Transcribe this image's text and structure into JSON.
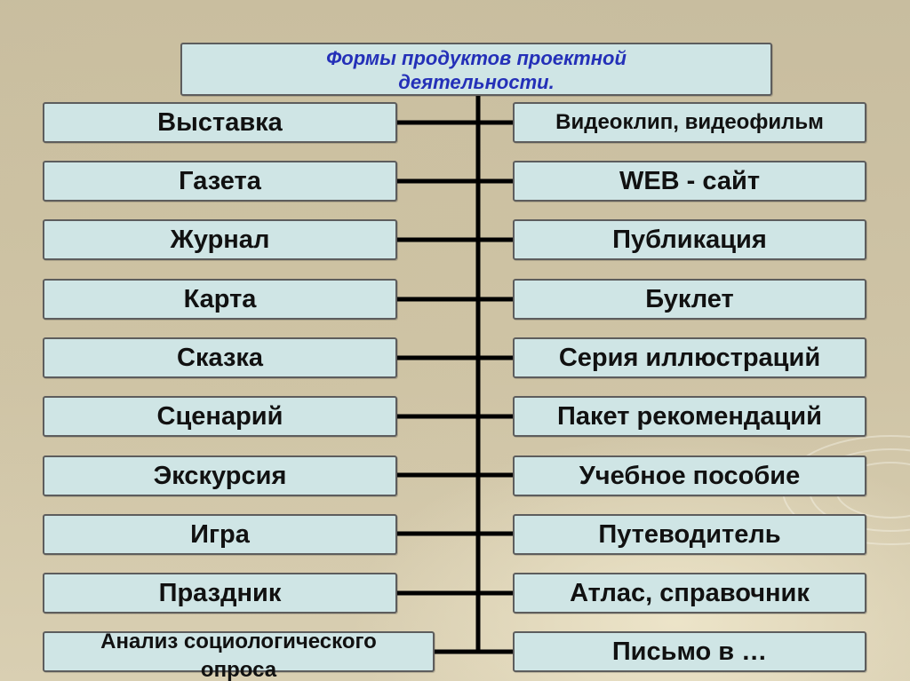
{
  "title": "Формы продуктов проектной деятельности.",
  "left_items": [
    "Выставка",
    "Газета",
    "Журнал",
    "Карта",
    "Сказка",
    "Сценарий",
    "Экскурсия",
    "Игра",
    "Праздник",
    "Анализ социологического опроса"
  ],
  "right_items": [
    "Видеоклип, видеофильм",
    "WEB - сайт",
    "Публикация",
    "Буклет",
    "Серия иллюстраций",
    "Пакет  рекомендаций",
    "Учебное пособие",
    "Путеводитель",
    "Атлас, справочник",
    "Письмо в …"
  ],
  "colors": {
    "box_fill": "#cfe5e5",
    "title_text": "#2430b8",
    "connector": "#000000"
  }
}
